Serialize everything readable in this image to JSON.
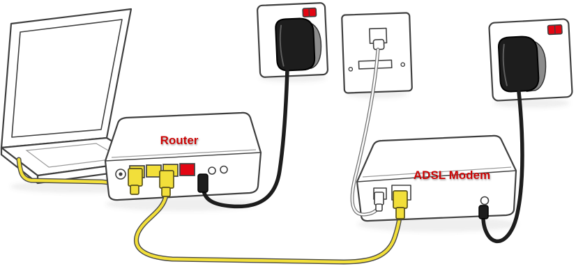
{
  "diagram": {
    "labels": {
      "router": "Router",
      "modem": "ADSL Modem"
    },
    "components": [
      "laptop",
      "router",
      "adsl-modem",
      "uk-power-socket-left",
      "phone-wall-socket",
      "uk-power-socket-right",
      "ethernet-cable-laptop-to-router",
      "ethernet-cable-router-to-modem",
      "power-cable-left-socket-to-router",
      "power-cable-right-socket-to-modem",
      "phone-cable-socket-to-modem"
    ],
    "colors": {
      "label_red": "#cc0000",
      "port_red": "#e30613",
      "switch_red": "#e30613",
      "cable_yellow": "#f2df3a",
      "cable_black": "#1d1d1d",
      "cable_white": "#ffffff",
      "outline": "#3f3f3f",
      "device_fill": "#ffffff",
      "background": "#ffffff"
    }
  }
}
